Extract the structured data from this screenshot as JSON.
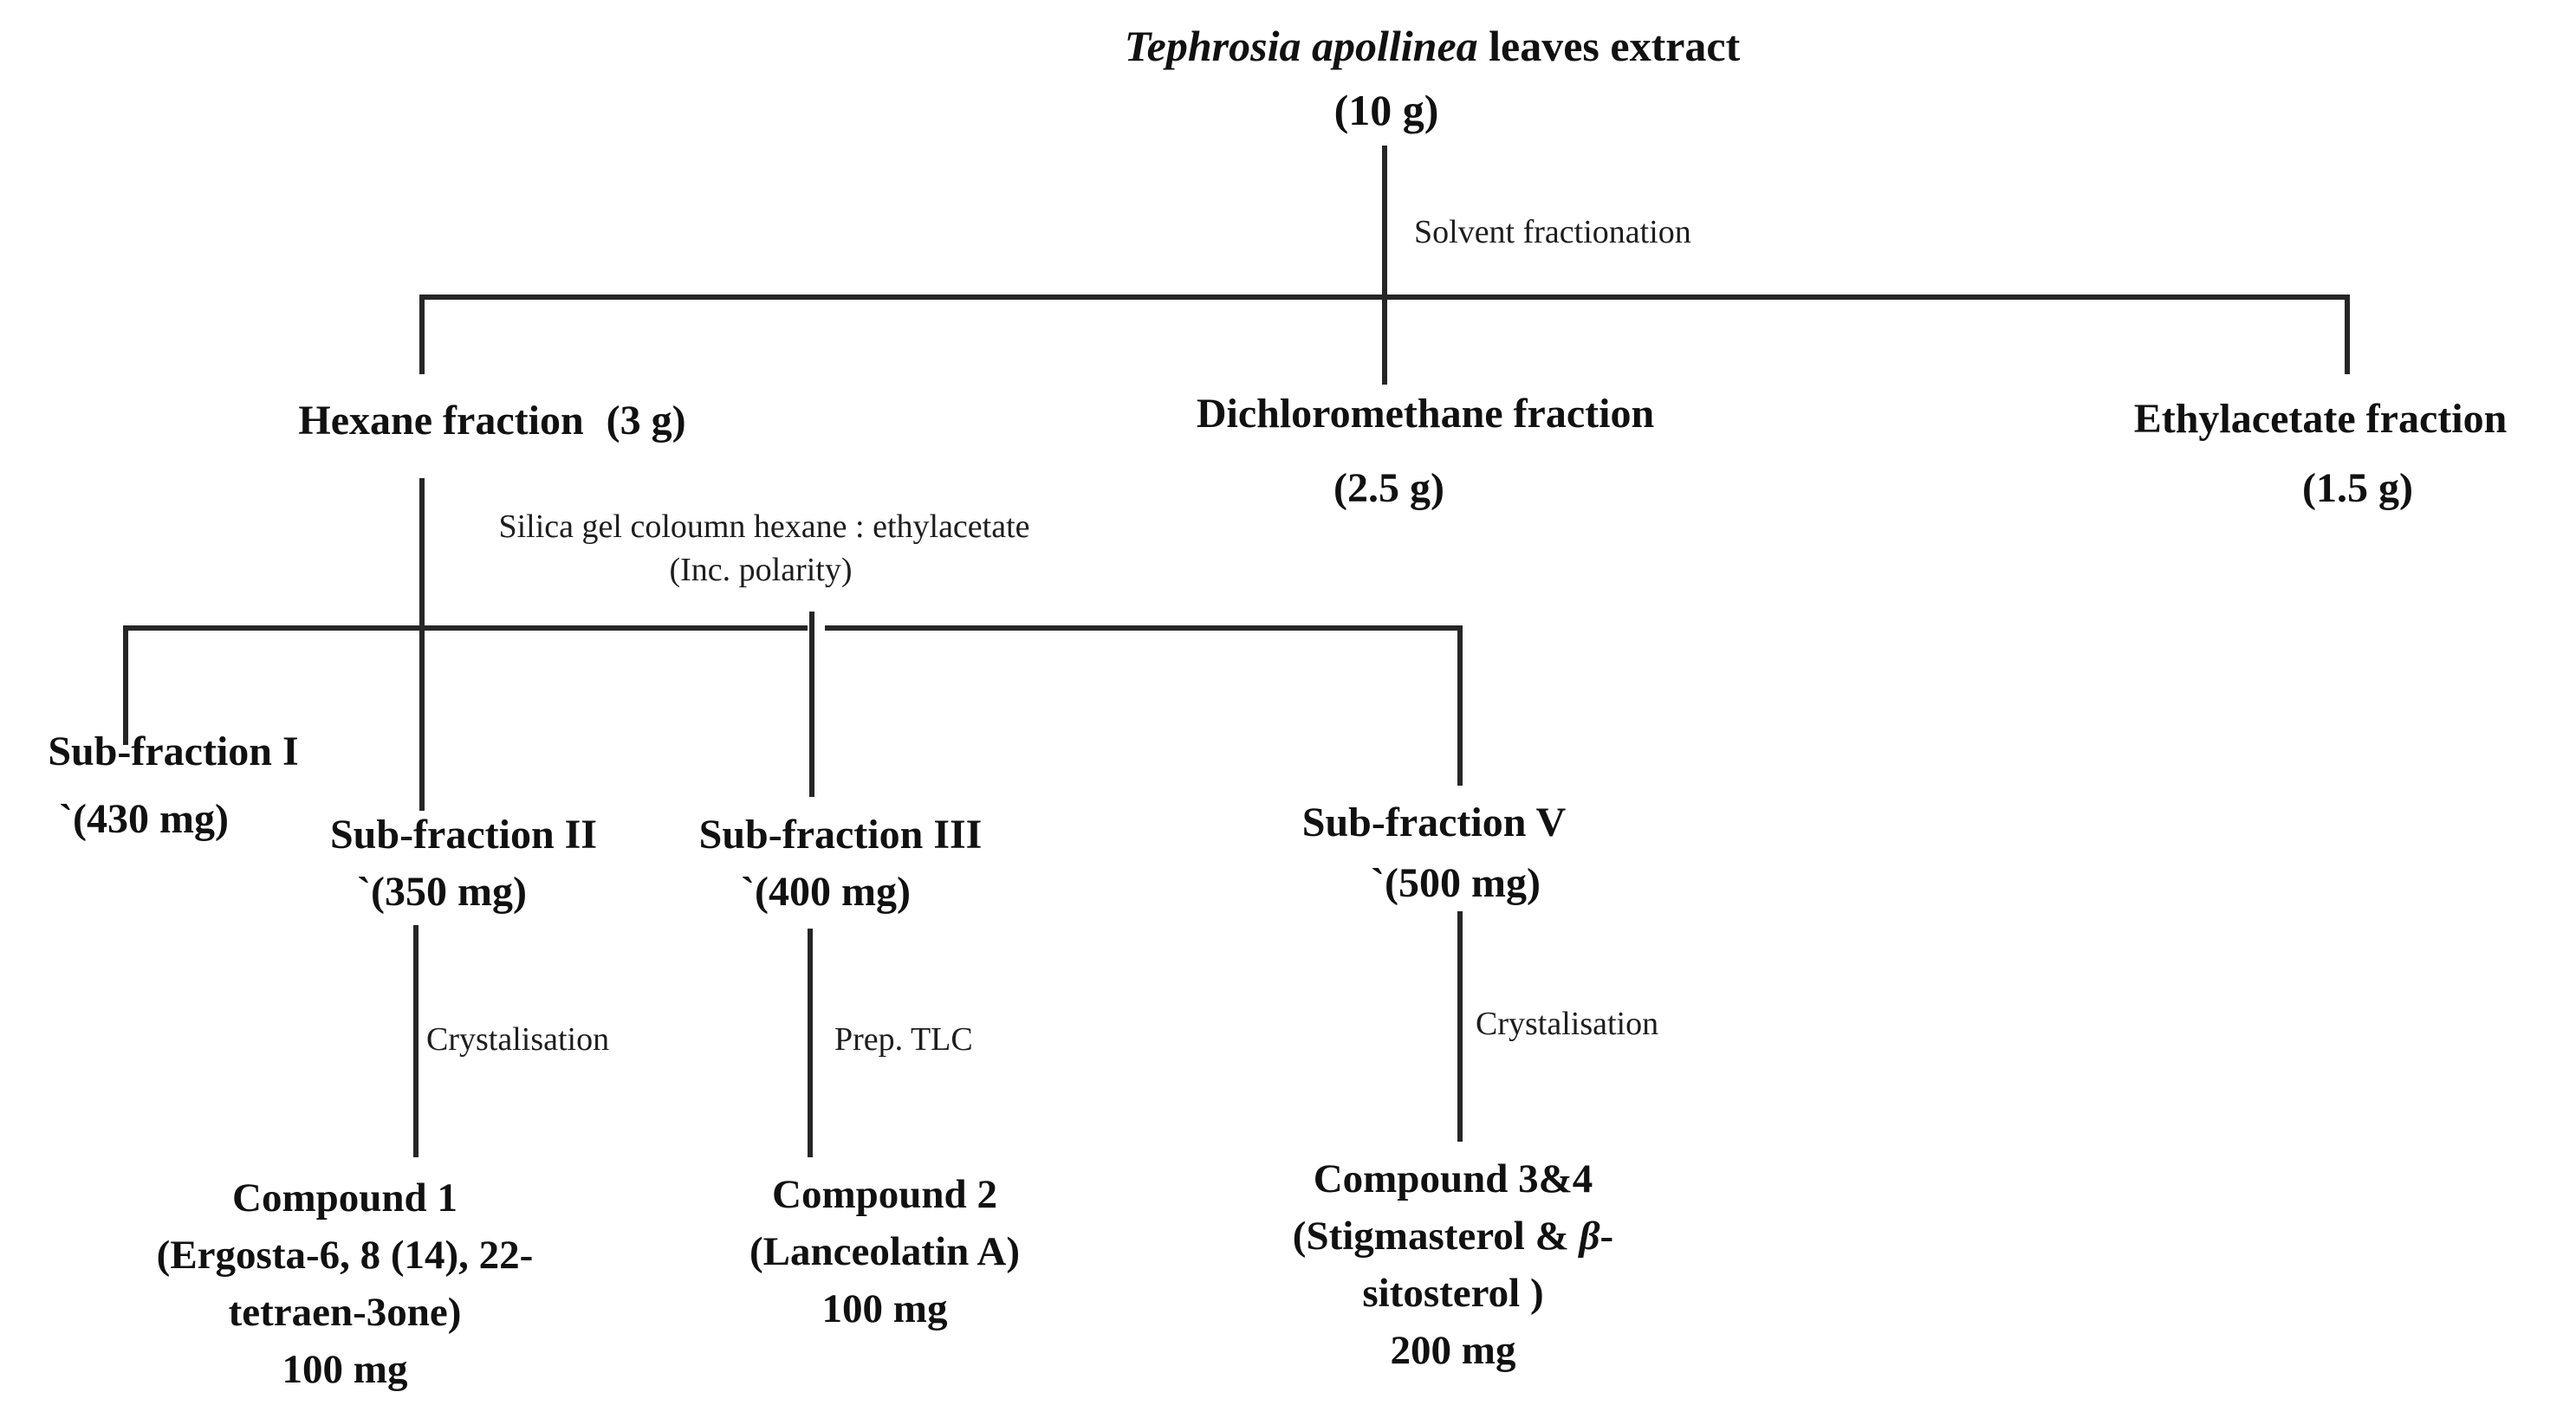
{
  "figure": {
    "background": "#ffffff",
    "line_color": "#262626",
    "text_color": "#111111"
  },
  "root": {
    "species": "Tephrosia apollinea",
    "title_rest": " leaves extract",
    "amount": "(10 g)"
  },
  "process_labels": {
    "solvent_fractionation": "Solvent fractionation",
    "silica_column_line1": "Silica gel coloumn hexane : ethylacetate",
    "silica_column_line2": "(Inc. polarity)",
    "crystallisation_subII": "Crystalisation",
    "prep_tlc_subIII": "Prep. TLC",
    "crystallisation_subV": "Crystalisation"
  },
  "fractions": [
    {
      "name": "Hexane fraction",
      "amount": "(3 g)"
    },
    {
      "name": "Dichloromethane fraction",
      "amount": "(2.5 g)"
    },
    {
      "name": "Ethylacetate fraction",
      "amount": "(1.5 g)"
    }
  ],
  "subfractions": [
    {
      "name": "Sub-fraction I",
      "amount": "`(430 mg)"
    },
    {
      "name": "Sub-fraction II",
      "amount": "`(350 mg)"
    },
    {
      "name": "Sub-fraction III",
      "amount": "`(400 mg)"
    },
    {
      "name": "Sub-fraction V",
      "amount": "`(500 mg)"
    }
  ],
  "compounds": {
    "compound1": {
      "title": "Compound 1",
      "name_line1": "(Ergosta-6, 8 (14), 22-",
      "name_line2": "tetraen-3one)",
      "amount": "100 mg"
    },
    "compound2": {
      "title": "Compound 2",
      "name_line1": "(Lanceolatin A)",
      "amount": "100 mg"
    },
    "compound3_4": {
      "title": "Compound 3&4",
      "name_pre": "(Stigmasterol & ",
      "name_beta": "β",
      "name_post": "-",
      "name_line2": "sitosterol )",
      "amount": "200 mg"
    }
  }
}
